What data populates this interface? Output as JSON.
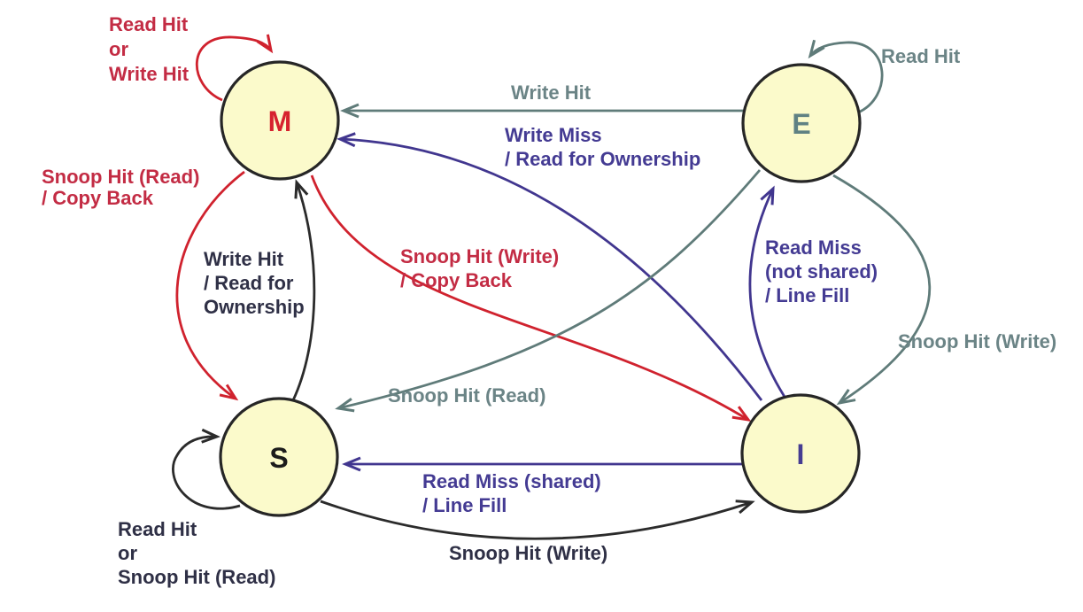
{
  "diagram_type": "state-transition-diagram",
  "colors": {
    "red": "#D0222E",
    "red_label": "#C32C44",
    "slate": "#5F7B79",
    "slate_label": "#6B8486",
    "purple": "#41368F",
    "purple_label": "#443B93",
    "black": "#2B2B2B",
    "black_label": "#2F3046",
    "node_fill": "#FBFACB",
    "node_border": "#262626"
  },
  "nodes": [
    {
      "id": "M",
      "label": "M",
      "color": "#D6212E"
    },
    {
      "id": "E",
      "label": "E",
      "color": "#5F8183"
    },
    {
      "id": "S",
      "label": "S",
      "color": "#1C1C1C"
    },
    {
      "id": "I",
      "label": "I",
      "color": "#453C92"
    }
  ],
  "transitions": [
    {
      "from": "M",
      "to": "M",
      "color_group": "red",
      "label_lines": [
        "Read Hit",
        "or",
        "Write Hit"
      ]
    },
    {
      "from": "E",
      "to": "M",
      "color_group": "slate",
      "label_lines": [
        "Write Hit"
      ]
    },
    {
      "from": "I",
      "to": "M",
      "color_group": "purple",
      "label_lines": [
        "Write Miss",
        "/ Read for Ownership"
      ]
    },
    {
      "from": "S",
      "to": "M",
      "color_group": "black",
      "label_lines": [
        "Write Hit",
        "/ Read for",
        "Ownership"
      ]
    },
    {
      "from": "M",
      "to": "S",
      "color_group": "red",
      "label_lines": [
        "Snoop Hit (Read)",
        "/ Copy Back"
      ]
    },
    {
      "from": "M",
      "to": "I",
      "color_group": "red",
      "label_lines": [
        "Snoop Hit (Write)",
        "/ Copy Back"
      ]
    },
    {
      "from": "E",
      "to": "E",
      "color_group": "slate",
      "label_lines": [
        "Read Hit"
      ]
    },
    {
      "from": "E",
      "to": "S",
      "color_group": "slate",
      "label_lines": [
        "Snoop Hit (Read)"
      ]
    },
    {
      "from": "E",
      "to": "I",
      "color_group": "slate",
      "label_lines": [
        "Snoop Hit (Write)"
      ]
    },
    {
      "from": "I",
      "to": "E",
      "color_group": "purple",
      "label_lines": [
        "Read Miss",
        "(not shared)",
        "/ Line Fill"
      ]
    },
    {
      "from": "I",
      "to": "S",
      "color_group": "purple",
      "label_lines": [
        "Read Miss (shared)",
        "/ Line Fill"
      ]
    },
    {
      "from": "S",
      "to": "S",
      "color_group": "black",
      "label_lines": [
        "Read Hit",
        "or",
        "Snoop Hit (Read)"
      ]
    },
    {
      "from": "S",
      "to": "I",
      "color_group": "black",
      "label_lines": [
        "Snoop Hit (Write)"
      ]
    }
  ]
}
